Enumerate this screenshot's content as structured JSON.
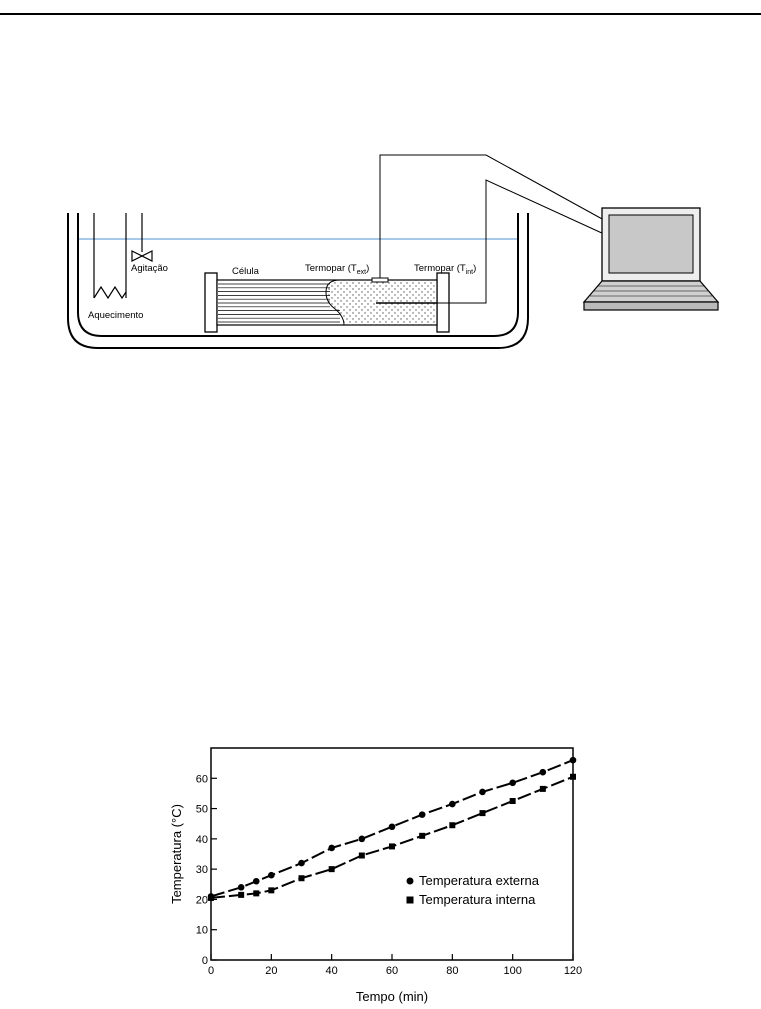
{
  "diagram": {
    "labels": {
      "agitacao": "Agitação",
      "aquecimento": "Aquecimento",
      "celula": "Célula",
      "termopar_ext_prefix": "Termopar (T",
      "termopar_ext_sub": "ext",
      "termopar_int_prefix": "Termopar (T",
      "termopar_int_sub": "int",
      "close_paren": ")"
    },
    "colors": {
      "water_line": "#a8c8e8",
      "screen": "#c8c8c8",
      "keyboard": "#d0d0d0"
    }
  },
  "chart_data": {
    "type": "scatter",
    "xlabel": "Tempo (min)",
    "ylabel": "Temperatura  (°C)",
    "xlim": [
      0,
      120
    ],
    "ylim": [
      0,
      70
    ],
    "xticks": [
      0,
      20,
      40,
      60,
      80,
      100,
      120
    ],
    "yticks": [
      0,
      10,
      20,
      30,
      40,
      50,
      60
    ],
    "legend_position": "lower-right",
    "series": [
      {
        "name": "Temperatura externa",
        "marker": "circle",
        "x": [
          0,
          10,
          15,
          20,
          30,
          40,
          50,
          60,
          70,
          80,
          90,
          100,
          110,
          120
        ],
        "y": [
          21,
          24,
          26,
          28,
          32,
          37,
          40,
          44,
          48,
          51.5,
          55.5,
          58.5,
          62,
          66
        ]
      },
      {
        "name": "Temperatura interna",
        "marker": "square",
        "x": [
          0,
          10,
          15,
          20,
          30,
          40,
          50,
          60,
          70,
          80,
          90,
          100,
          110,
          120
        ],
        "y": [
          20.5,
          21.5,
          22,
          23,
          27,
          30,
          34.5,
          37.5,
          41,
          44.5,
          48.5,
          52.5,
          56.5,
          60.5
        ]
      }
    ]
  }
}
